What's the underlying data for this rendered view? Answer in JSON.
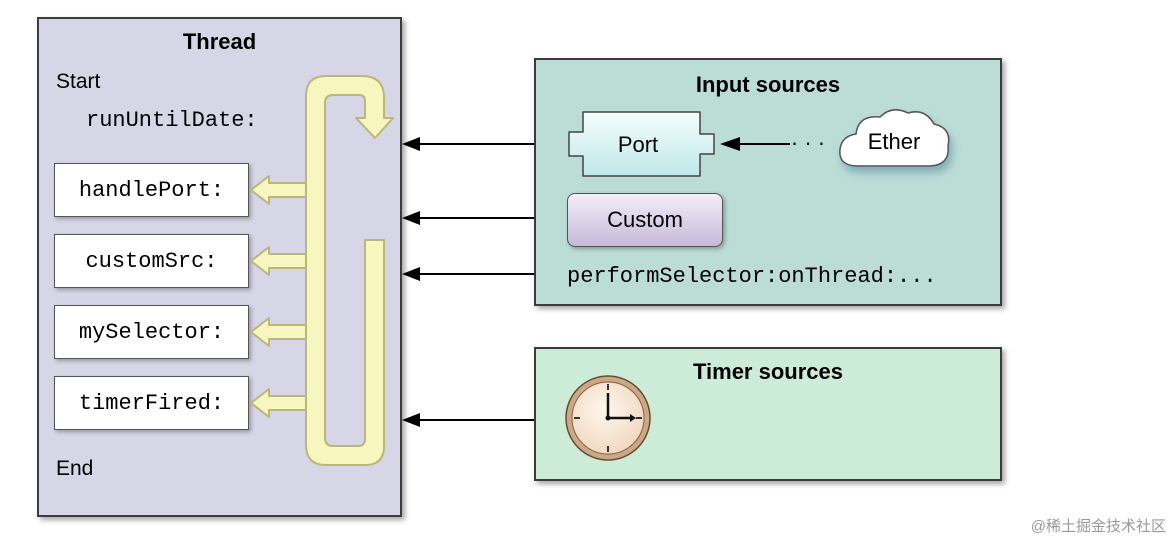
{
  "thread": {
    "title": "Thread",
    "start_label": "Start",
    "end_label": "End",
    "run_method": "runUntilDate:",
    "handlers": [
      "handlePort:",
      "customSrc:",
      "mySelector:",
      "timerFired:"
    ]
  },
  "input_sources": {
    "title": "Input sources",
    "port_label": "Port",
    "ether_label": "Ether",
    "ellipsis": "· · ·",
    "custom_label": "Custom",
    "perform_selector": "performSelector:onThread:..."
  },
  "timer_sources": {
    "title": "Timer sources"
  },
  "watermark": "@稀土掘金技术社区",
  "colors": {
    "thread_box": "#d6d6e6",
    "input_box": "#bcdcd6",
    "timer_box": "#cdecd8",
    "loop_fill": "#f7f6bf",
    "loop_stroke": "#bbb67c",
    "port_fill": "#dff5f6",
    "custom_fill": "#d8cde8",
    "clock_face": "#f8e8d8",
    "clock_ring": "#b06a3a"
  },
  "icons": [
    "clock-icon",
    "cloud-icon",
    "port-connector-icon",
    "run-loop-arrow-icon"
  ]
}
